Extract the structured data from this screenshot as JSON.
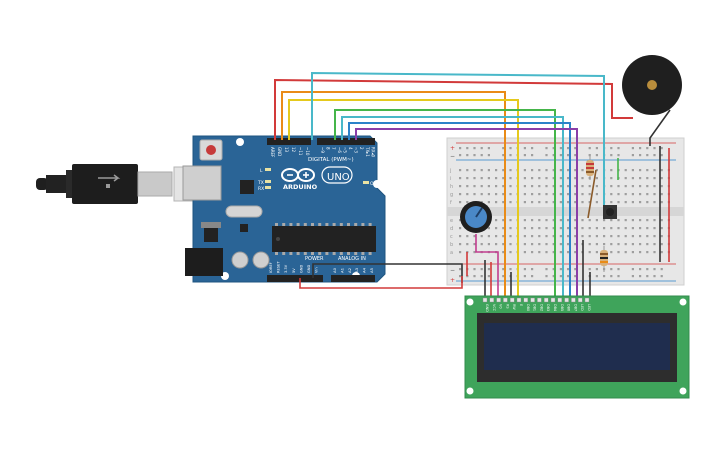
{
  "arduino": {
    "brand": "ARDUINO",
    "model": "UNO",
    "digital_label": "DIGITAL (PWM~)",
    "power_label": "POWER",
    "analog_label": "ANALOG IN",
    "on_label": "ON",
    "led_labels": [
      "L",
      "TX",
      "RX"
    ],
    "top_pins": [
      "AREF",
      "GND",
      "13",
      "12",
      "~11",
      "~10",
      "~9",
      "8",
      "7",
      "~6",
      "~5",
      "4",
      "~3",
      "2",
      "TX▸1",
      "RX◂0"
    ],
    "power_pins": [
      "IOREF",
      "RESET",
      "3.3V",
      "5V",
      "GND",
      "GND",
      "Vin"
    ],
    "analog_pins": [
      "A0",
      "A1",
      "A2",
      "A3",
      "A4",
      "A5"
    ],
    "reset_label": "RESET"
  },
  "breadboard": {
    "row_letters_top": [
      "j",
      "i",
      "h",
      "g",
      "f"
    ],
    "row_letters_bottom": [
      "e",
      "d",
      "c",
      "b",
      "a"
    ],
    "rail_plus": "+",
    "rail_minus": "−"
  },
  "lcd": {
    "pins": [
      "GND",
      "VCC",
      "V0",
      "RS",
      "RW",
      "E",
      "DB0",
      "DB1",
      "DB2",
      "DB3",
      "DB4",
      "DB5",
      "DB6",
      "DB7",
      "LED",
      "LED"
    ]
  },
  "colors": {
    "board_blue": "#2a6496",
    "pcb_green": "#3fa45b",
    "lcd_screen": "#1f2d4e",
    "wire_red": "#d23a3a",
    "wire_orange": "#e98b17",
    "wire_yellow": "#e5c91d",
    "wire_green": "#45b54a",
    "wire_teal": "#49b8c9",
    "wire_blue": "#2b82c9",
    "wire_purple": "#8a3ea8",
    "wire_black": "#333333",
    "wire_magenta": "#c23d8f"
  }
}
